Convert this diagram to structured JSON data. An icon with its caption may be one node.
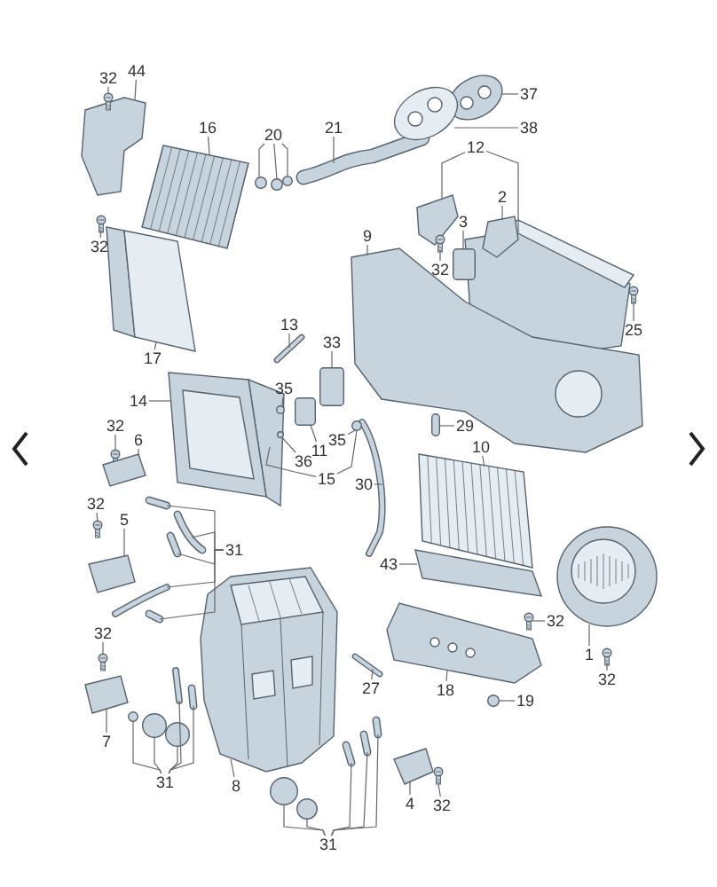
{
  "diagram": {
    "nodes": [
      {
        "text": [
          "32"
        ]
      },
      {
        "text": [
          "44"
        ]
      },
      {
        "text": [
          "16"
        ]
      },
      {
        "text": [
          "20"
        ]
      },
      {
        "text": [
          "21"
        ]
      },
      {
        "text": [
          "37"
        ]
      },
      {
        "text": [
          "38"
        ]
      },
      {
        "text": [
          "12"
        ]
      },
      {
        "text": [
          "2"
        ]
      },
      {
        "text": [
          "3"
        ]
      },
      {
        "text": [
          "32"
        ]
      },
      {
        "text": [
          "9"
        ]
      },
      {
        "text": [
          "25"
        ]
      },
      {
        "text": [
          "32"
        ]
      },
      {
        "text": [
          "17"
        ]
      },
      {
        "text": [
          "13"
        ]
      },
      {
        "text": [
          "33"
        ]
      },
      {
        "text": [
          "14"
        ]
      },
      {
        "text": [
          "35"
        ]
      },
      {
        "text": [
          "32"
        ]
      },
      {
        "text": [
          "29"
        ]
      },
      {
        "text": [
          "6"
        ]
      },
      {
        "text": [
          "35"
        ]
      },
      {
        "text": [
          "10"
        ]
      },
      {
        "text": [
          "11"
        ]
      },
      {
        "text": [
          "36"
        ]
      },
      {
        "text": [
          "15"
        ]
      },
      {
        "text": [
          "30"
        ]
      },
      {
        "text": [
          "32"
        ]
      },
      {
        "text": [
          "5"
        ]
      },
      {
        "text": [
          "31"
        ]
      },
      {
        "text": [
          "43"
        ]
      },
      {
        "text": [
          "32"
        ]
      },
      {
        "text": [
          "32"
        ]
      },
      {
        "text": [
          "1"
        ]
      },
      {
        "text": [
          "32"
        ]
      },
      {
        "text": [
          "27"
        ]
      },
      {
        "text": [
          "18"
        ]
      },
      {
        "text": [
          "19"
        ]
      },
      {
        "text": [
          "7"
        ]
      },
      {
        "text": [
          "31"
        ]
      },
      {
        "text": [
          "8"
        ]
      },
      {
        "text": [
          "4"
        ]
      },
      {
        "text": [
          "32"
        ]
      },
      {
        "text": [
          "31"
        ]
      },
      {
        "text": [],
        "shape": "picture"
      },
      {
        "text": [],
        "shape": "picture"
      },
      {
        "text": [],
        "shape": "picture"
      },
      {
        "text": [],
        "shape": "circle"
      },
      {
        "text": [],
        "shape": "circle"
      },
      {
        "text": [],
        "shape": "circle"
      },
      {
        "text": [],
        "shape": "picture"
      },
      {
        "text": [],
        "shape": "picture"
      },
      {
        "text": [],
        "shape": "picture"
      },
      {
        "text": [],
        "shape": "picture"
      },
      {
        "text": [],
        "shape": "picture"
      },
      {
        "text": [],
        "shape": "picture"
      },
      {
        "text": [],
        "shape": "box"
      },
      {
        "text": [],
        "shape": "picture"
      },
      {
        "text": [],
        "shape": "picture"
      },
      {
        "text": [],
        "shape": "picture"
      },
      {
        "text": [],
        "shape": "picture"
      },
      {
        "text": [],
        "shape": "picture"
      },
      {
        "text": [],
        "shape": "picture"
      },
      {
        "text": [],
        "shape": "box"
      },
      {
        "text": [],
        "shape": "picture"
      },
      {
        "text": [],
        "shape": "circle"
      },
      {
        "text": [],
        "shape": "picture"
      },
      {
        "text": [],
        "shape": "box"
      },
      {
        "text": [],
        "shape": "picture"
      },
      {
        "text": [],
        "shape": "circle"
      },
      {
        "text": [],
        "shape": "picture"
      },
      {
        "text": [],
        "shape": "box"
      },
      {
        "text": [],
        "shape": "circle"
      },
      {
        "text": [],
        "shape": "picture"
      },
      {
        "text": [],
        "shape": "picture"
      },
      {
        "text": [],
        "shape": "picture"
      },
      {
        "text": [],
        "shape": "picture"
      },
      {
        "text": [],
        "shape": "picture"
      },
      {
        "text": [],
        "shape": "picture"
      },
      {
        "text": [],
        "shape": "picture"
      },
      {
        "text": [],
        "shape": "picture"
      },
      {
        "text": [],
        "shape": "picture"
      },
      {
        "text": [],
        "shape": "picture"
      },
      {
        "text": [],
        "shape": "picture"
      },
      {
        "text": [],
        "shape": "picture"
      },
      {
        "text": [],
        "shape": "picture"
      },
      {
        "text": [],
        "shape": "picture"
      },
      {
        "text": [],
        "shape": "picture"
      },
      {
        "text": [],
        "shape": "circle"
      },
      {
        "text": [],
        "shape": "picture"
      },
      {
        "text": [],
        "shape": "circle"
      },
      {
        "text": [],
        "shape": "circle"
      },
      {
        "text": [],
        "shape": "circle"
      },
      {
        "text": [],
        "shape": "picture"
      },
      {
        "text": [],
        "shape": "picture"
      },
      {
        "text": [],
        "shape": "picture"
      },
      {
        "text": [],
        "shape": "picture"
      },
      {
        "text": [],
        "shape": "picture"
      },
      {
        "text": [],
        "shape": "circle"
      },
      {
        "text": [],
        "shape": "circle"
      },
      {
        "text": [],
        "shape": "picture"
      },
      {
        "text": [],
        "shape": "picture"
      },
      {
        "text": [],
        "shape": "picture"
      }
    ],
    "edges": [
      {
        "from": 0,
        "to": 45,
        "arrow": "none"
      },
      {
        "from": 1,
        "to": 46,
        "arrow": "none"
      },
      {
        "from": 2,
        "to": 47,
        "arrow": "none"
      },
      {
        "from": 3,
        "to": 48,
        "arrow": "none"
      },
      {
        "from": 3,
        "to": 49,
        "arrow": "none"
      },
      {
        "from": 3,
        "to": 50,
        "arrow": "none"
      },
      {
        "from": 4,
        "to": 51,
        "arrow": "none"
      },
      {
        "from": 5,
        "to": 52,
        "arrow": "none"
      },
      {
        "from": 6,
        "to": 53,
        "arrow": "none"
      },
      {
        "from": 7,
        "to": 54,
        "arrow": "none"
      },
      {
        "from": 7,
        "to": 55,
        "arrow": "none"
      },
      {
        "from": 8,
        "to": 56,
        "arrow": "none"
      },
      {
        "from": 9,
        "to": 57,
        "arrow": "none"
      },
      {
        "from": 10,
        "to": 58,
        "arrow": "none"
      },
      {
        "from": 11,
        "to": 59,
        "arrow": "none"
      },
      {
        "from": 12,
        "to": 60,
        "arrow": "none"
      },
      {
        "from": 13,
        "to": 61,
        "arrow": "none"
      },
      {
        "from": 14,
        "to": 62,
        "arrow": "none"
      },
      {
        "from": 15,
        "to": 63,
        "arrow": "none"
      },
      {
        "from": 16,
        "to": 64,
        "arrow": "none"
      },
      {
        "from": 17,
        "to": 65,
        "arrow": "none"
      },
      {
        "from": 18,
        "to": 66,
        "arrow": "none"
      },
      {
        "from": 19,
        "to": 67,
        "arrow": "none"
      },
      {
        "from": 20,
        "to": 68,
        "arrow": "none"
      },
      {
        "from": 21,
        "to": 69,
        "arrow": "none"
      },
      {
        "from": 22,
        "to": 70,
        "arrow": "none"
      },
      {
        "from": 23,
        "to": 71,
        "arrow": "none"
      },
      {
        "from": 24,
        "to": 72,
        "arrow": "none"
      },
      {
        "from": 25,
        "to": 73,
        "arrow": "none"
      },
      {
        "from": 26,
        "to": 65,
        "arrow": "none"
      },
      {
        "from": 26,
        "to": 70,
        "arrow": "none"
      },
      {
        "from": 27,
        "to": 74,
        "arrow": "none"
      },
      {
        "from": 28,
        "to": 75,
        "arrow": "none"
      },
      {
        "from": 29,
        "to": 76,
        "arrow": "none"
      },
      {
        "from": 30,
        "to": 77,
        "arrow": "none"
      },
      {
        "from": 30,
        "to": 78,
        "arrow": "none"
      },
      {
        "from": 30,
        "to": 79,
        "arrow": "none"
      },
      {
        "from": 30,
        "to": 80,
        "arrow": "none"
      },
      {
        "from": 30,
        "to": 81,
        "arrow": "none"
      },
      {
        "from": 31,
        "to": 82,
        "arrow": "none"
      },
      {
        "from": 32,
        "to": 83,
        "arrow": "none"
      },
      {
        "from": 33,
        "to": 84,
        "arrow": "none"
      },
      {
        "from": 34,
        "to": 85,
        "arrow": "none"
      },
      {
        "from": 35,
        "to": 86,
        "arrow": "none"
      },
      {
        "from": 36,
        "to": 87,
        "arrow": "none"
      },
      {
        "from": 37,
        "to": 88,
        "arrow": "none"
      },
      {
        "from": 38,
        "to": 89,
        "arrow": "none"
      },
      {
        "from": 39,
        "to": 90,
        "arrow": "none"
      },
      {
        "from": 40,
        "to": 91,
        "arrow": "none"
      },
      {
        "from": 40,
        "to": 92,
        "arrow": "none"
      },
      {
        "from": 40,
        "to": 93,
        "arrow": "none"
      },
      {
        "from": 40,
        "to": 94,
        "arrow": "none"
      },
      {
        "from": 40,
        "to": 95,
        "arrow": "none"
      },
      {
        "from": 41,
        "to": 96,
        "arrow": "none"
      },
      {
        "from": 42,
        "to": 97,
        "arrow": "none"
      },
      {
        "from": 43,
        "to": 98,
        "arrow": "none"
      },
      {
        "from": 44,
        "to": 99,
        "arrow": "none"
      },
      {
        "from": 44,
        "to": 100,
        "arrow": "none"
      },
      {
        "from": 44,
        "to": 101,
        "arrow": "none"
      },
      {
        "from": 44,
        "to": 102,
        "arrow": "none"
      },
      {
        "from": 44,
        "to": 103,
        "arrow": "none"
      }
    ]
  }
}
